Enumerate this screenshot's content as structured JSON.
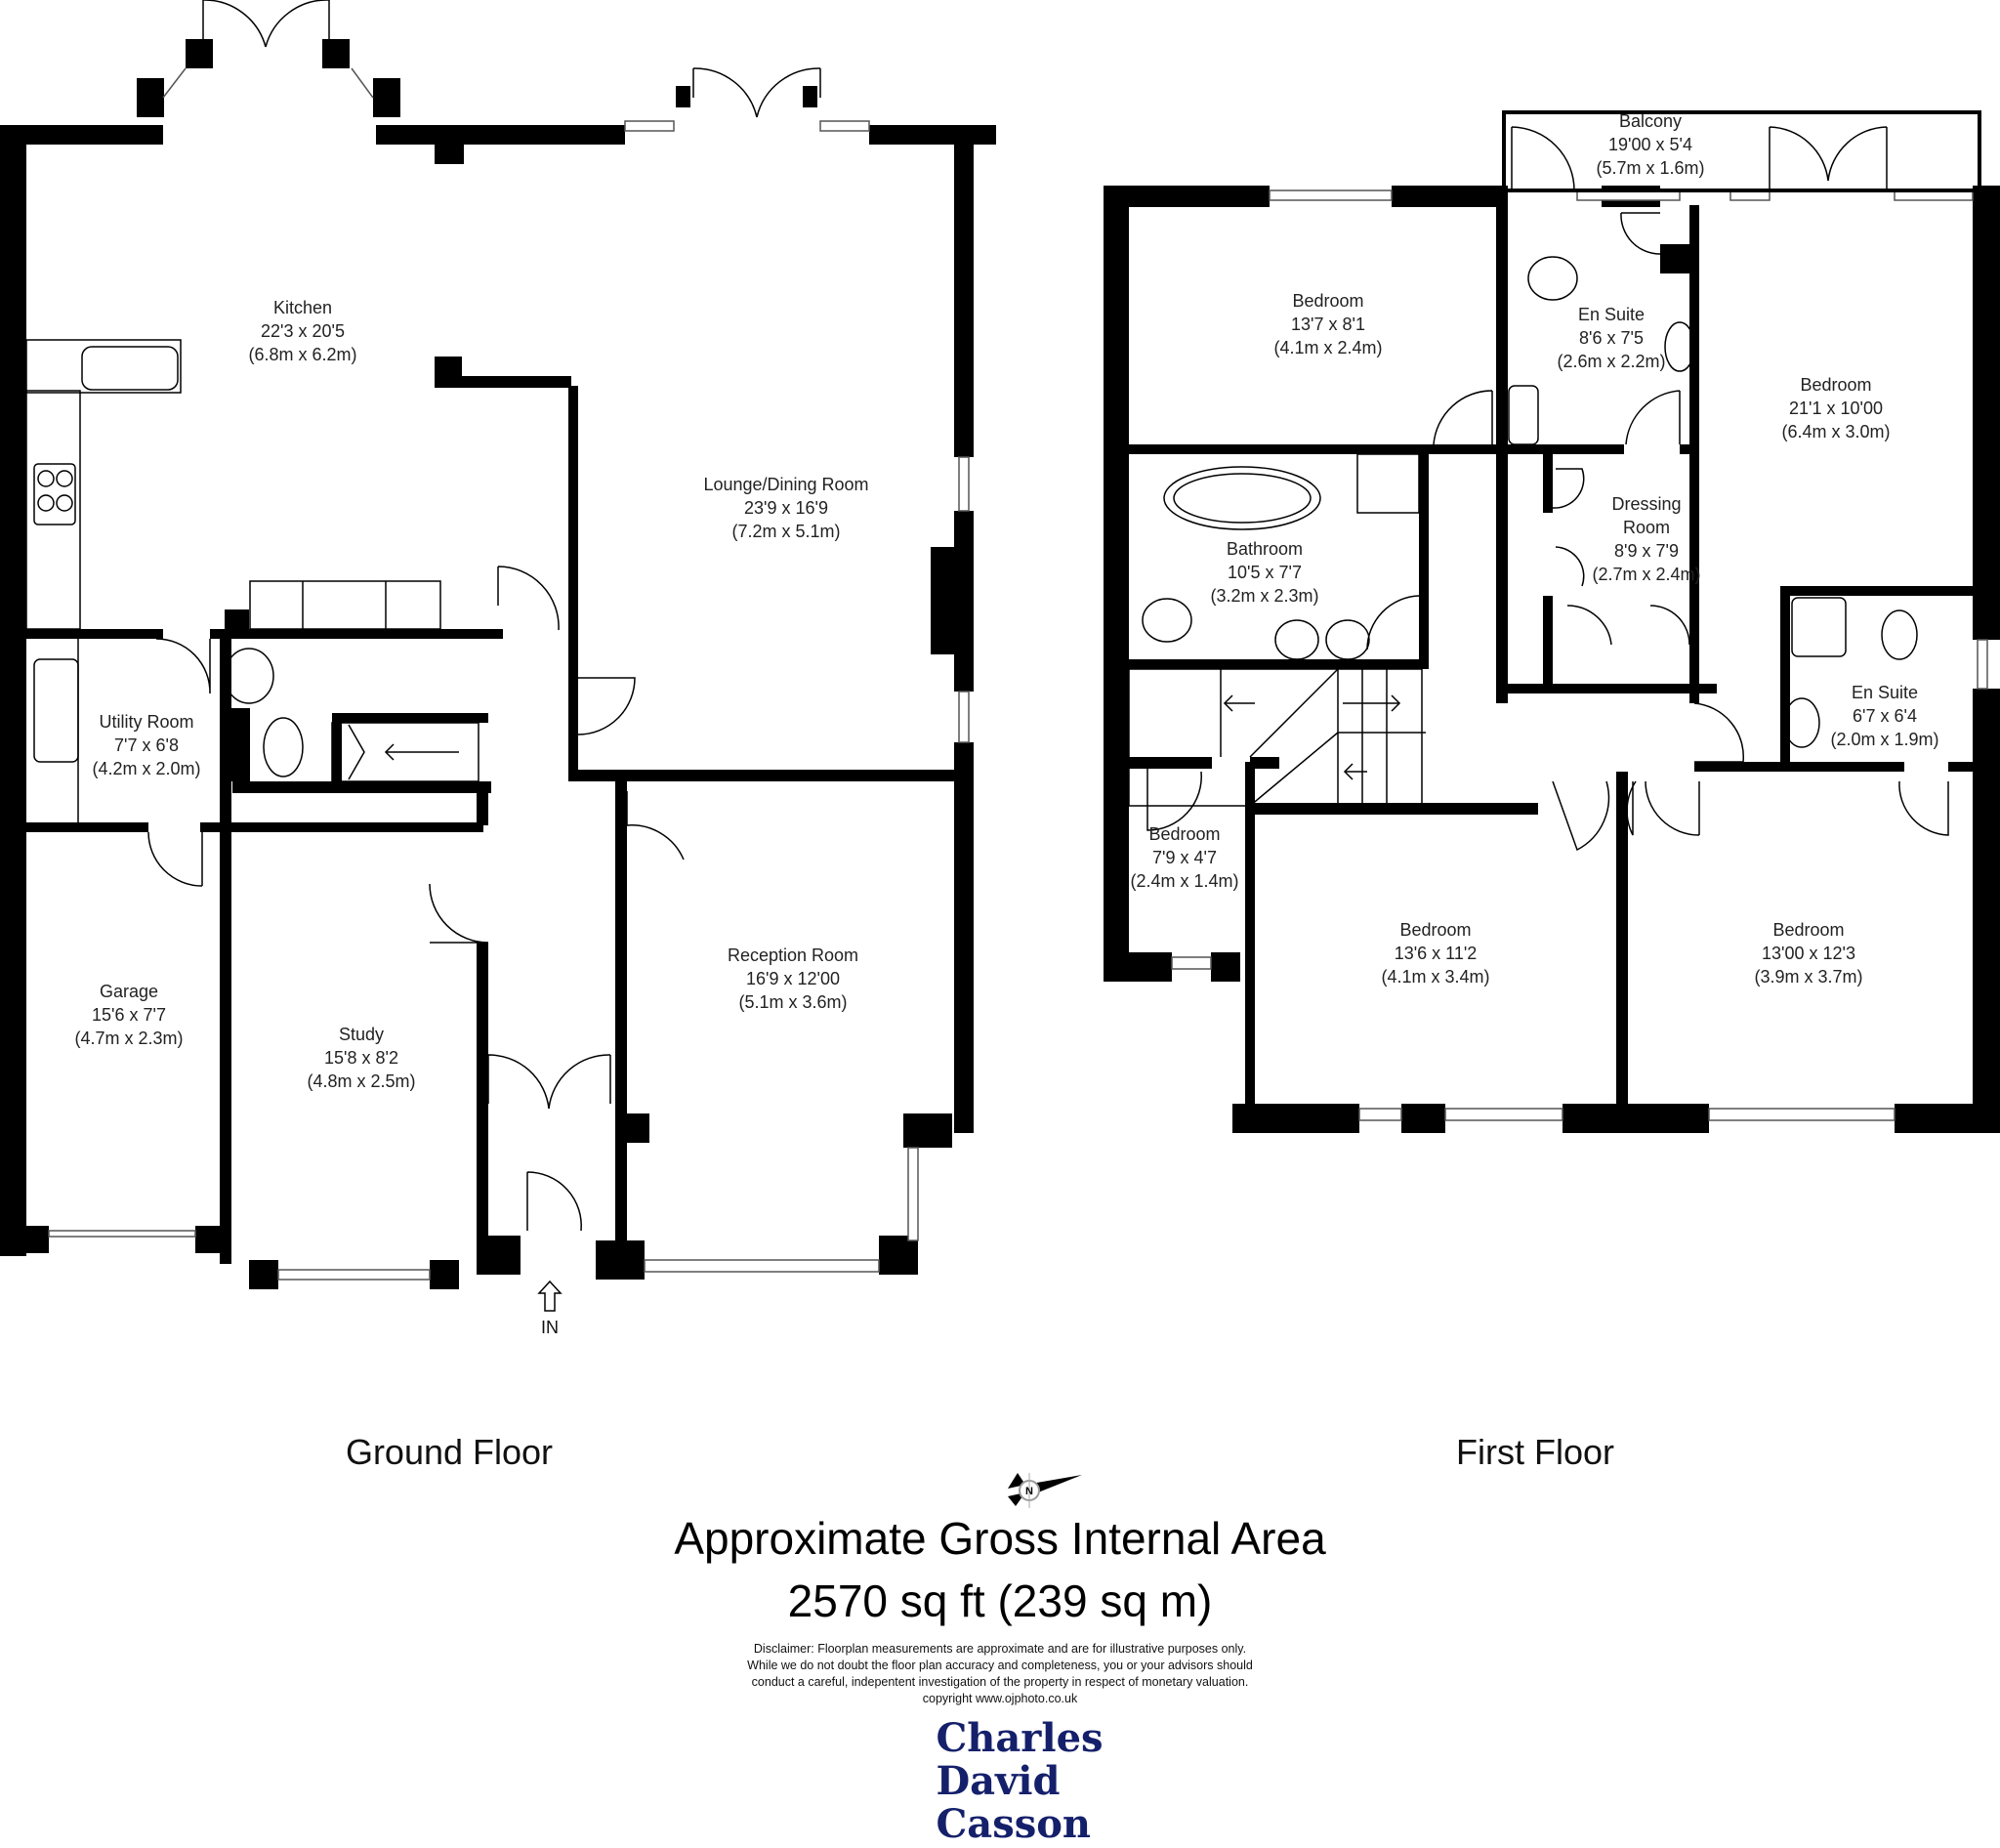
{
  "ground_floor": {
    "title": "Ground Floor",
    "entrance_label": "IN",
    "rooms": [
      {
        "name": "Kitchen",
        "imperial": "22'3 x 20'5",
        "metric": "(6.8m x 6.2m)"
      },
      {
        "name": "Lounge/Dining Room",
        "imperial": "23'9 x 16'9",
        "metric": "(7.2m x 5.1m)"
      },
      {
        "name": "Utility Room",
        "imperial": "7'7 x 6'8",
        "metric": "(4.2m x 2.0m)"
      },
      {
        "name": "Garage",
        "imperial": "15'6 x 7'7",
        "metric": "(4.7m x 2.3m)"
      },
      {
        "name": "Study",
        "imperial": "15'8 x 8'2",
        "metric": "(4.8m x 2.5m)"
      },
      {
        "name": "Reception Room",
        "imperial": "16'9 x 12'00",
        "metric": "(5.1m x 3.6m)"
      }
    ]
  },
  "first_floor": {
    "title": "First Floor",
    "rooms": [
      {
        "name": "Balcony",
        "imperial": "19'00 x 5'4",
        "metric": "(5.7m x 1.6m)"
      },
      {
        "name": "Bedroom",
        "imperial": "13'7 x 8'1",
        "metric": "(4.1m x 2.4m)"
      },
      {
        "name": "En Suite",
        "imperial": "8'6 x 7'5",
        "metric": "(2.6m x 2.2m)"
      },
      {
        "name": "Bedroom",
        "imperial": "21'1 x 10'00",
        "metric": "(6.4m x 3.0m)"
      },
      {
        "name": "Bathroom",
        "imperial": "10'5 x 7'7",
        "metric": "(3.2m x 2.3m)"
      },
      {
        "name": "Dressing Room",
        "name_line1": "Dressing",
        "name_line2": "Room",
        "imperial": "8'9 x 7'9",
        "metric": "(2.7m x 2.4m)"
      },
      {
        "name": "En Suite",
        "imperial": "6'7 x 6'4",
        "metric": "(2.0m x 1.9m)"
      },
      {
        "name": "Bedroom",
        "imperial": "7'9 x 4'7",
        "metric": "(2.4m x 1.4m)"
      },
      {
        "name": "Bedroom",
        "imperial": "13'6 x 11'2",
        "metric": "(4.1m x 3.4m)"
      },
      {
        "name": "Bedroom",
        "imperial": "13'00 x 12'3",
        "metric": "(3.9m x 3.7m)"
      }
    ]
  },
  "compass": {
    "icon": "north-arrow-icon",
    "letter": "N"
  },
  "summary": {
    "line1": "Approximate Gross Internal Area",
    "line2": "2570 sq ft (239 sq m)"
  },
  "disclaimer": {
    "line1": "Disclaimer: Floorplan measurements are approximate and are for illustrative purposes only.",
    "line2": "While we do not doubt the floor plan accuracy and completeness, you or your advisors should",
    "line3": "conduct a careful, indepentent investigation of the property in respect of monetary valuation.",
    "line4": "copyright www.ojphoto.co.uk"
  },
  "brand": {
    "line1": "Charles",
    "line2": "David",
    "line3": "Casson",
    "color": "#15206b"
  }
}
